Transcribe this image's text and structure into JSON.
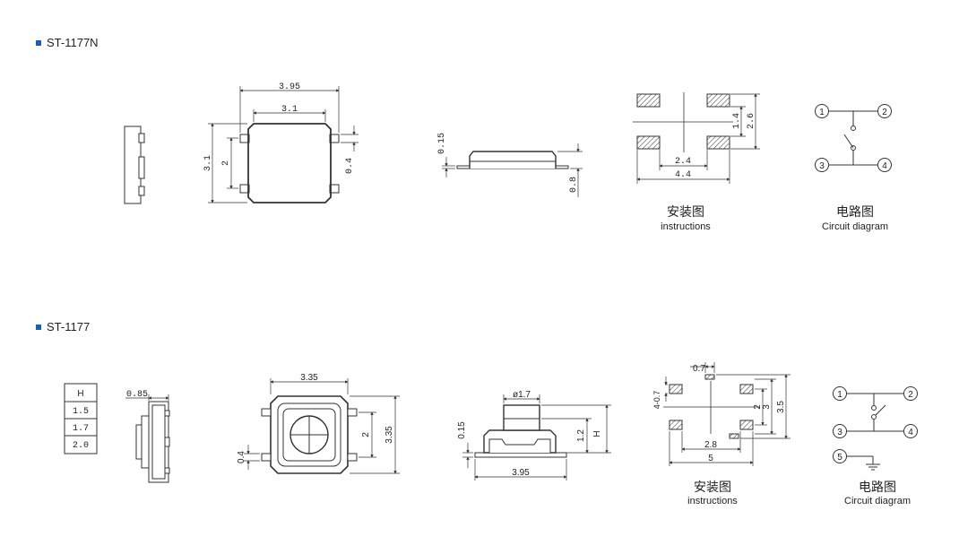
{
  "colors": {
    "line": "#333333",
    "accent": "#1a5fb4"
  },
  "sections": [
    {
      "title": "ST-1177N",
      "dims": {
        "top_overall": "3.95",
        "top_inner": "3.1",
        "left_height": "3.1",
        "left_inner": "2",
        "right_lead": "0.4",
        "side_thickness": "0.15",
        "side_height": "0.8",
        "pad_pitch_y": "1.4",
        "pad_span_y": "2.6",
        "pad_pitch_x": "2.4",
        "pad_span_x": "4.4"
      },
      "install": {
        "cn": "安装图",
        "en": "instructions"
      },
      "circuit": {
        "cn": "电路图",
        "en": "Circuit diagram",
        "pins": [
          "1",
          "2",
          "3",
          "4"
        ]
      }
    },
    {
      "title": "ST-1177",
      "height_table": {
        "header": "H",
        "rows": [
          "1.5",
          "1.7",
          "2.0"
        ]
      },
      "dims": {
        "side_width": "0.85",
        "top_overall": "3.35",
        "right_inner": "2",
        "right_height": "3.35",
        "left_lead": "0.4",
        "cap_dia": "ø1.7",
        "side_thickness": "0.15",
        "body_height": "1.2",
        "total_height": "H",
        "base_width": "3.95",
        "pad_width": "0.7",
        "pad_hole": "4-0.7",
        "pad_pitch_y1": "2",
        "pad_pitch_y2": "3",
        "pad_span_y": "3.5",
        "pad_pitch_x": "2.8",
        "pad_span_x": "5"
      },
      "install": {
        "cn": "安装图",
        "en": "instructions"
      },
      "circuit": {
        "cn": "电路图",
        "en": "Circuit diagram",
        "pins": [
          "1",
          "2",
          "3",
          "4",
          "5"
        ]
      }
    }
  ]
}
